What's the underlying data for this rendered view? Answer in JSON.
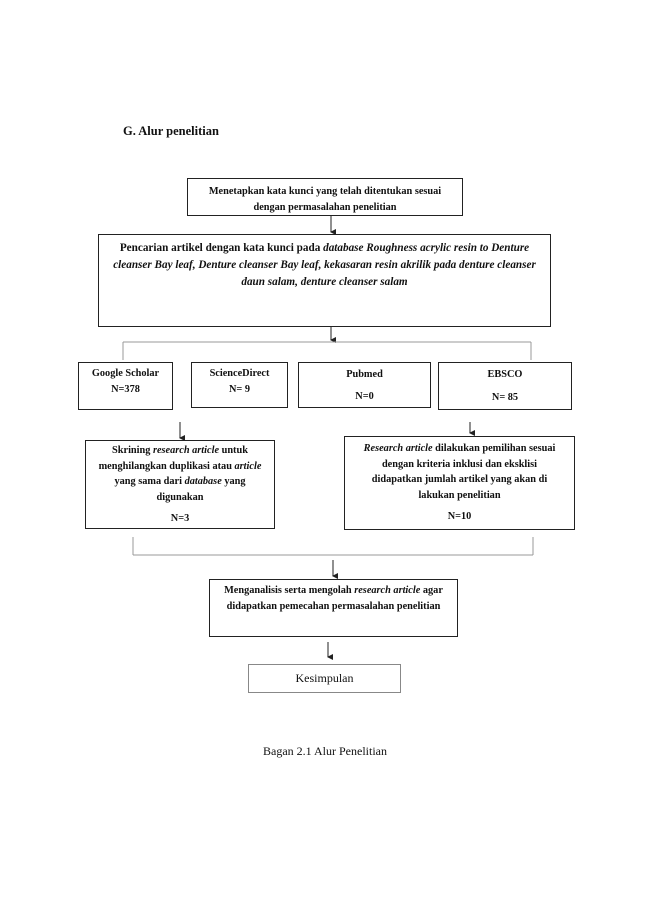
{
  "heading": "G.  Alur penelitian",
  "box1": {
    "text": "Menetapkan kata kunci yang telah ditentukan sesuai dengan permasalahan penelitian"
  },
  "box2": {
    "prefix": "Pencarian artikel dengan kata kunci pada ",
    "italic": "database Roughness acrylic resin to Denture cleanser Bay leaf, Denture cleanser Bay leaf, kekasaran resin akrilik pada denture cleanser daun salam, denture cleanser salam"
  },
  "sources": [
    {
      "name": "Google Scholar",
      "count": "N=378"
    },
    {
      "name": "ScienceDirect",
      "count": "N= 9"
    },
    {
      "name": "Pubmed",
      "count": "N=0"
    },
    {
      "name": "EBSCO",
      "count": "N= 85"
    }
  ],
  "screening": {
    "p1": "Skrining ",
    "i1": "research article",
    "p2": " untuk menghilangkan duplikasi atau ",
    "i2": "article",
    "p3": " yang sama dari ",
    "i3": "database",
    "p4": " yang digunakan",
    "count": "N=3"
  },
  "selection": {
    "i1": "Research article",
    "p1": " dilakukan pemilihan sesuai dengan kriteria inklusi dan eksklisi didapatkan jumlah artikel yang akan di lakukan penelitian",
    "count": "N=10"
  },
  "analysis": {
    "p1": "Menganalisis serta mengolah ",
    "i1": "research article",
    "p2": " agar didapatkan pemecahan permasalahan penelitian"
  },
  "conclusion": "Kesimpulan",
  "caption": "Bagan 2.1 Alur Penelitian"
}
